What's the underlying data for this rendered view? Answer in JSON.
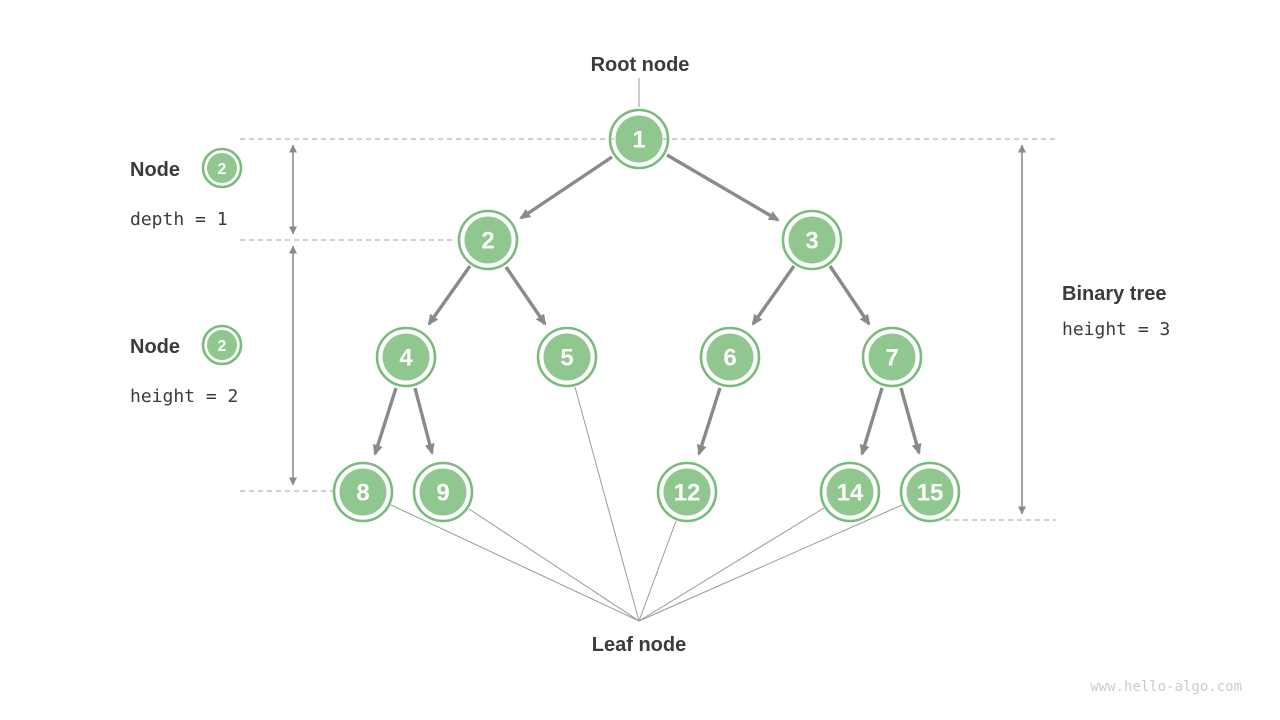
{
  "annotations": {
    "root_label": "Root node",
    "leaf_label": "Leaf node",
    "left_top": {
      "label": "Node",
      "badge": "2",
      "caption": "depth = 1"
    },
    "left_bottom": {
      "label": "Node",
      "badge": "2",
      "caption": "height = 2"
    },
    "right": {
      "label": "Binary tree",
      "caption": "height = 3"
    },
    "footer": "www.hello-algo.com"
  },
  "colors": {
    "node_fill": "#8fc78f",
    "node_ring": "#79bb7c",
    "arrow": "#8a8a8a",
    "dashed_line": "#a3a3a3",
    "text": "#3b3b3b",
    "footer_text": "#cbcbcb",
    "node_text": "#ffffff"
  },
  "tree": {
    "type": "binary-tree",
    "nodes": [
      {
        "value": "1"
      },
      {
        "value": "2"
      },
      {
        "value": "3"
      },
      {
        "value": "4"
      },
      {
        "value": "5"
      },
      {
        "value": "6"
      },
      {
        "value": "7"
      },
      {
        "value": "8"
      },
      {
        "value": "9"
      },
      {
        "value": "12"
      },
      {
        "value": "14"
      },
      {
        "value": "15"
      }
    ],
    "edges": [
      [
        "1",
        "2"
      ],
      [
        "1",
        "3"
      ],
      [
        "2",
        "4"
      ],
      [
        "2",
        "5"
      ],
      [
        "3",
        "6"
      ],
      [
        "3",
        "7"
      ],
      [
        "4",
        "8"
      ],
      [
        "4",
        "9"
      ],
      [
        "6",
        "12"
      ],
      [
        "7",
        "14"
      ],
      [
        "7",
        "15"
      ]
    ],
    "leaves": [
      "8",
      "9",
      "5",
      "12",
      "14",
      "15"
    ],
    "levels": 4
  }
}
